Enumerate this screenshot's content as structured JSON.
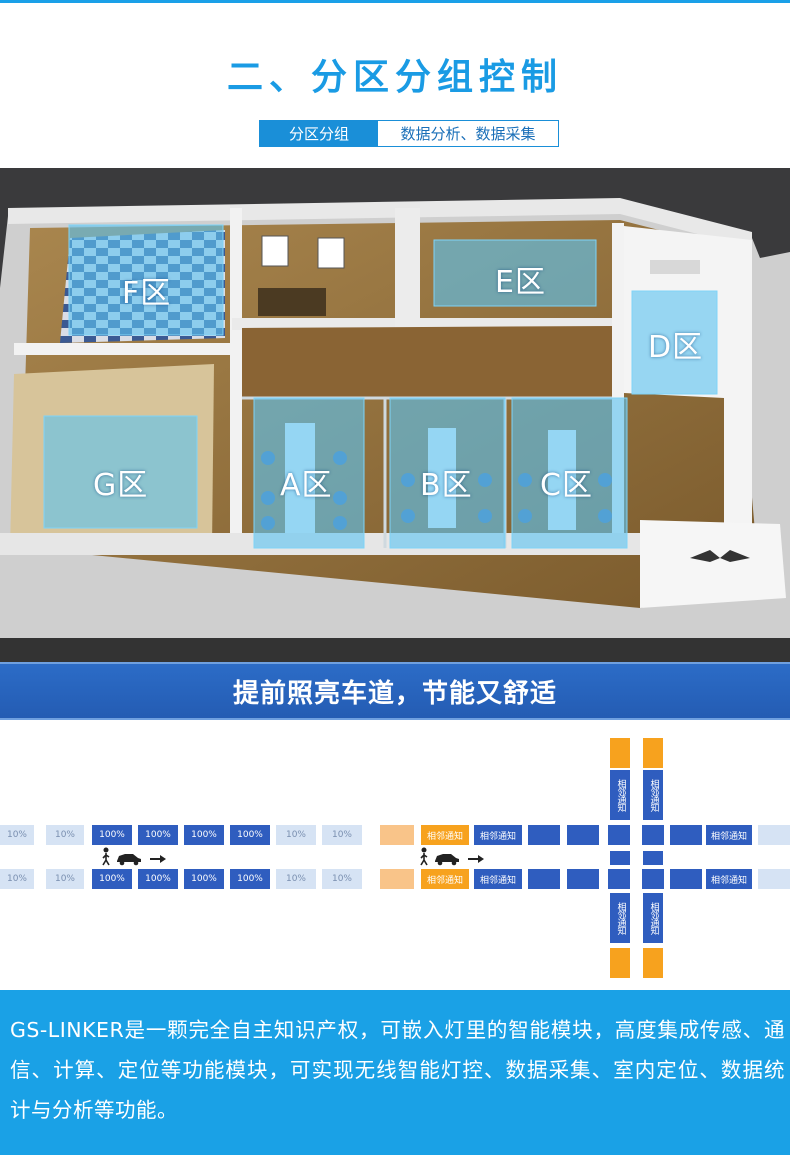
{
  "header": {
    "title": "二、分区分组控制",
    "tag_active": "分区分组",
    "tag_inactive": "数据分析、数据采集"
  },
  "floorplan": {
    "zones": [
      "F区",
      "E区",
      "D区",
      "G区",
      "A区",
      "B区",
      "C区"
    ]
  },
  "banner": {
    "text": "提前照亮车道，节能又舒适"
  },
  "diagram": {
    "left_row_top": [
      "10%",
      "10%",
      "100%",
      "100%",
      "100%",
      "100%",
      "10%",
      "10%"
    ],
    "left_row_bottom": [
      "10%",
      "10%",
      "100%",
      "100%",
      "100%",
      "100%",
      "10%",
      "10%"
    ],
    "neighbor_label": "相邻通知"
  },
  "description": {
    "text": "GS-LINKER是一颗完全自主知识产权，可嵌入灯里的智能模块，高度集成传感、通信、计算、定位等功能模块，可实现无线智能灯控、数据采集、室内定位、数据统计与分析等功能。"
  },
  "colors": {
    "accent": "#1a9be4",
    "banner": "#2c6cc7",
    "zone_overlay": "#5ec4f0",
    "full_light": "#2f5dbf",
    "dim_light": "#d6e3f4",
    "notify": "#f7a21e"
  },
  "icons": [
    "person-icon",
    "car-icon",
    "arrow-right-icon"
  ]
}
